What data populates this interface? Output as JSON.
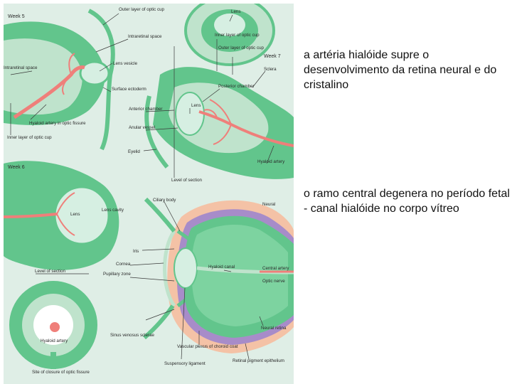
{
  "figure": {
    "colors": {
      "background": "#dfeee6",
      "ectoderm": "#62c58c",
      "mesenchyme": "#bfe3cc",
      "lens": "#d6efe2",
      "vessel": "#ef7f7a",
      "vitreous": "#7dd3a0",
      "sclera": "#f4c2a6",
      "choroid": "#a78cc9",
      "leader": "#3a3a3a"
    },
    "week_labels": [
      "Week 5",
      "Week 7",
      "Week 6"
    ],
    "labels": {
      "outer_layer_optic_cup": "Outer layer of optic cup",
      "intraretinal_space_1": "Intraretinal space",
      "lens_top": "Lens",
      "inner_layer_optic_cup_right": "Inner layer of optic cup",
      "outer_layer_optic_cup_right": "Outer layer of optic cup",
      "intraretinal_space_left": "Intraretinal space",
      "lens_vesicle": "Lens vesicle",
      "sclera": "Sclera",
      "surface_ectoderm": "Surface ectoderm",
      "posterior_chamber": "Posterior chamber",
      "lens_mid": "Lens",
      "anterior_chamber": "Anterior chamber",
      "hyaloid_artery_fissure": "Hyaloid artery in optic fissure",
      "anular_vessel": "Anular vessel",
      "inner_layer_optic_cup_left": "Inner layer of optic cup",
      "eyelid": "Eyelid",
      "hyaloid_artery_right": "Hyaloid artery",
      "level_of_section_top": "Level of section",
      "lens_bottom": "Lens",
      "lens_cavity": "Lens cavity",
      "ciliary_body": "Ciliary body",
      "neural": "Neural",
      "iris": "Iris",
      "cornea": "Cornea",
      "pupillary_zone": "Pupillary zone",
      "hyaloid_canal": "Hyaloid canal",
      "central_artery": "Central artery",
      "optic_nerve": "Optic nerve",
      "level_of_section_bottom": "Level of section",
      "neural_retina": "Neural retina",
      "sinus_venosus_sclerae": "Sinus venosus sclerae",
      "hyaloid_artery_bottom": "Hyaloid artery",
      "vascular_plexus": "Vascular plexus of choroid coat",
      "retinal_pigment_epithelium": "Retinal pigment epithelium",
      "suspensory_ligament": "Suspensory ligament",
      "site_of_closure": "Site of closure of optic fissure"
    }
  },
  "captions": [
    "a artéria hialóide supre o desenvolvimento da retina neural e do cristalino",
    "o ramo central degenera no período fetal - canal hialóide no corpo vítreo"
  ]
}
